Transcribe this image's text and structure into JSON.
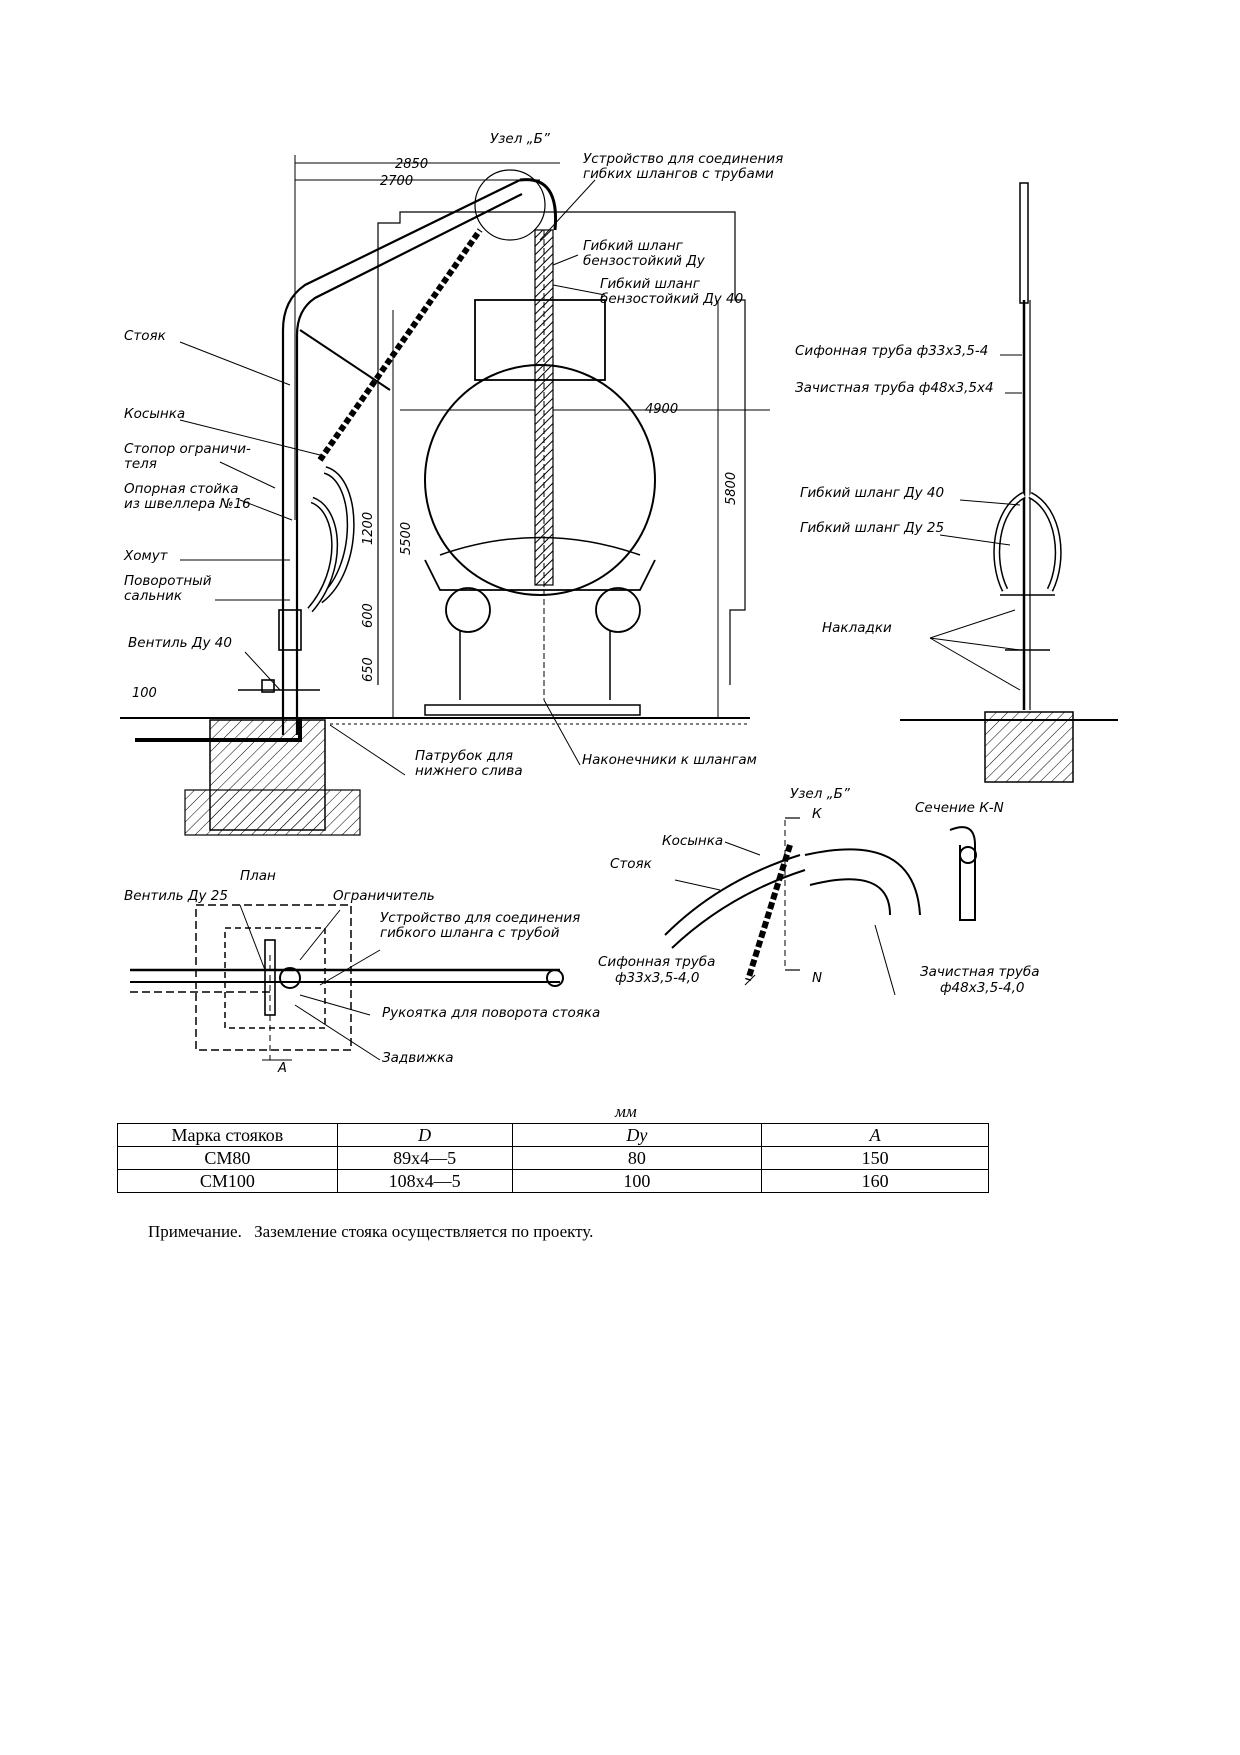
{
  "labels": {
    "uzel_b_top": "Узел „Б”",
    "dim_2850": "2850",
    "dim_2700": "2700",
    "device_l1": "Устройство для соединения",
    "device_l2": "гибких шлангов с трубами",
    "hose1_l1": "Гибкий шланг",
    "hose1_l2": "бензостойкий Ду",
    "hose2_l1": "Гибкий шланг",
    "hose2_l2": "бензостойкий Ду 40",
    "stoyak": "Стояк",
    "kosynka": "Косынка",
    "stopor_l1": "Стопор ограничи-",
    "stopor_l2": "теля",
    "opornaya_l1": "Опорная стойка",
    "opornaya_l2": "из швеллера №16",
    "khomut": "Хомут",
    "povorot_l1": "Поворотный",
    "povorot_l2": "сальник",
    "ventil40": "Вентиль Ду 40",
    "dim_100": "100",
    "dim_4900": "4900",
    "dim_5500": "5500",
    "dim_5800": "5800",
    "dim_1200": "1200",
    "dim_600": "600",
    "dim_650": "650",
    "patrubok_l1": "Патрубок для",
    "patrubok_l2": "нижнего слива",
    "nakonechniki": "Наконечники к шлангам",
    "sifon_r": "Сифонная труба ф33х3,5-4",
    "zachist_r": "Зачистная труба ф48х3,5х4",
    "hose40_r": "Гибкий шланг Ду 40",
    "hose25_r": "Гибкий шланг Ду 25",
    "nakladki": "Накладки",
    "uzel_b_detail": "Узел „Б”",
    "k_mark": "К",
    "n_mark": "N",
    "section_kn": "Сечение К-N",
    "kosynka_d": "Косынка",
    "stoyak_d": "Стояк",
    "sifon_d_l1": "Сифонная труба",
    "sifon_d_l2": "ф33х3,5-4,0",
    "zachist_d_l1": "Зачистная труба",
    "zachist_d_l2": "ф48х3,5-4,0",
    "plan": "План",
    "ventil25": "Вентиль Ду 25",
    "ogranichitel": "Ограничитель",
    "device_p_l1": "Устройство для соединения",
    "device_p_l2": "гибкого шланга с трубой",
    "rukoyatka": "Рукоятка для поворота стояка",
    "zadvizhka": "Задвижка",
    "dim_a": "А"
  },
  "units": "мм",
  "table": {
    "headers": [
      "Марка стояков",
      "D",
      "Dy",
      "A"
    ],
    "rows": [
      [
        "СМ80",
        "89x4—5",
        "80",
        "150"
      ],
      [
        "СМ100",
        "108x4—5",
        "100",
        "160"
      ]
    ]
  },
  "note": {
    "label": "Примечание.",
    "text": "Заземление стояка осуществляется по проекту."
  }
}
